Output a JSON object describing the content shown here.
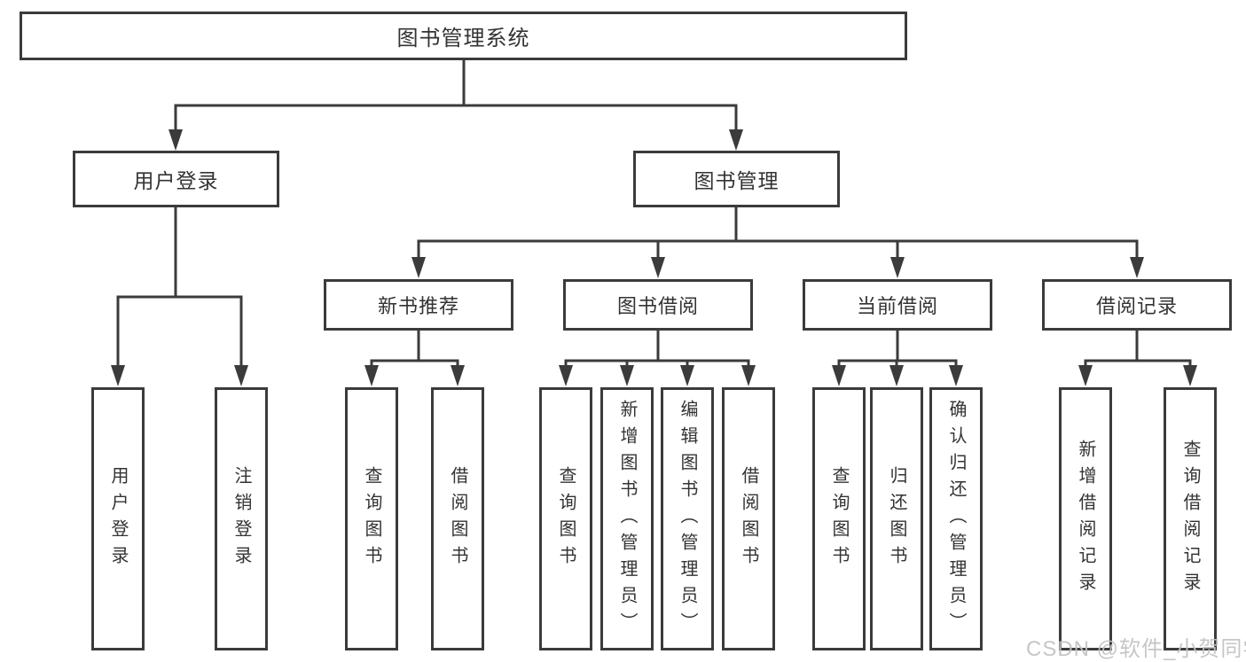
{
  "tree": {
    "root": {
      "label": "图书管理系统"
    },
    "children": [
      {
        "label": "用户登录",
        "children": [
          {
            "label": "用户登录"
          },
          {
            "label": "注销登录"
          }
        ]
      },
      {
        "label": "图书管理",
        "children": [
          {
            "label": "新书推荐",
            "children": [
              {
                "label": "查询图书"
              },
              {
                "label": "借阅图书"
              }
            ]
          },
          {
            "label": "图书借阅",
            "children": [
              {
                "label": "查询图书"
              },
              {
                "label": "新增图书（管理员）"
              },
              {
                "label": "编辑图书（管理员）"
              },
              {
                "label": "借阅图书"
              }
            ]
          },
          {
            "label": "当前借阅",
            "children": [
              {
                "label": "查询图书"
              },
              {
                "label": "归还图书"
              },
              {
                "label": "确认归还（管理员）"
              }
            ]
          },
          {
            "label": "借阅记录",
            "children": [
              {
                "label": "新增借阅记录"
              },
              {
                "label": "查询借阅记录"
              }
            ]
          }
        ]
      }
    ]
  },
  "watermark": {
    "text": "CSDN @软件_小贺同学"
  },
  "colors": {
    "line": "#3b3b3b",
    "text": "#333333",
    "background": "#ffffff",
    "watermark": "#c2c2c2"
  }
}
